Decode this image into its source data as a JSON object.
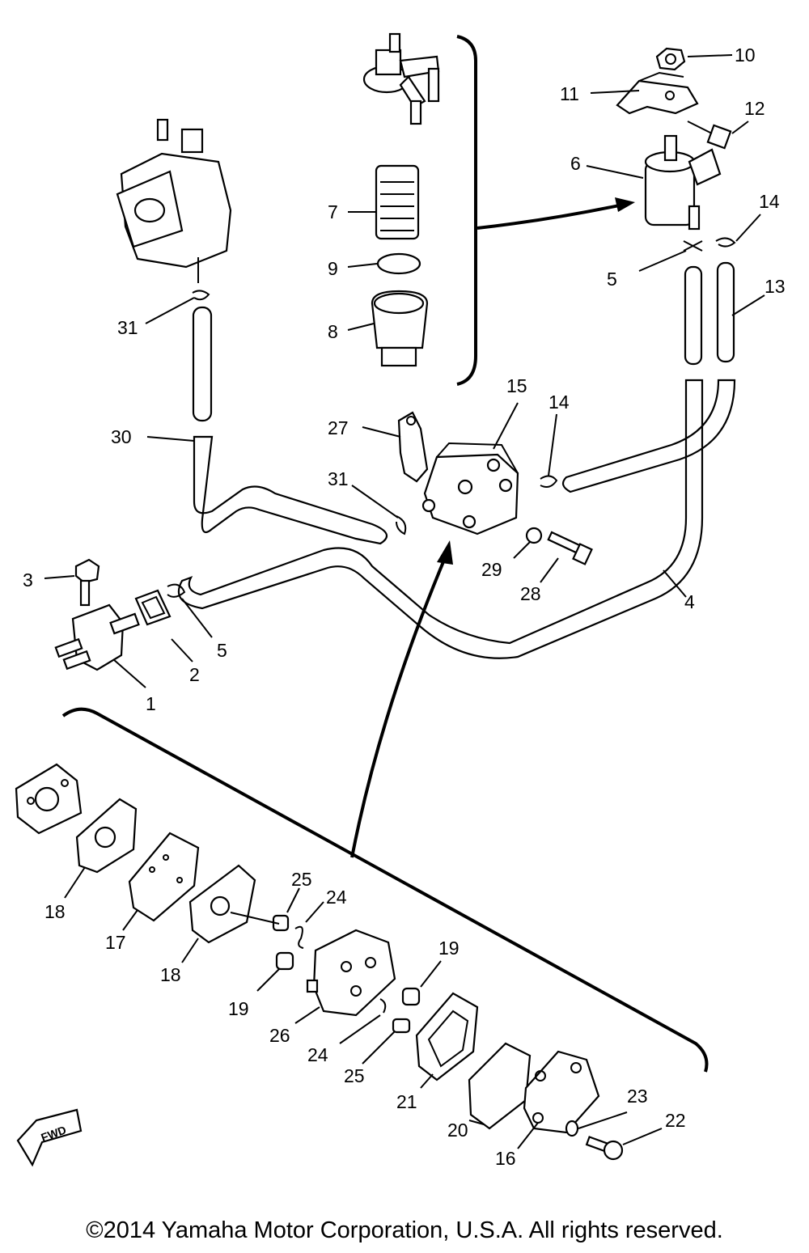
{
  "diagram": {
    "parts": [
      {
        "id": "callout-1",
        "text": "1"
      },
      {
        "id": "callout-2",
        "text": "2"
      },
      {
        "id": "callout-3",
        "text": "3"
      },
      {
        "id": "callout-4",
        "text": "4"
      },
      {
        "id": "callout-5a",
        "text": "5"
      },
      {
        "id": "callout-5b",
        "text": "5"
      },
      {
        "id": "callout-6",
        "text": "6"
      },
      {
        "id": "callout-7",
        "text": "7"
      },
      {
        "id": "callout-8",
        "text": "8"
      },
      {
        "id": "callout-9",
        "text": "9"
      },
      {
        "id": "callout-10",
        "text": "10"
      },
      {
        "id": "callout-11",
        "text": "11"
      },
      {
        "id": "callout-12",
        "text": "12"
      },
      {
        "id": "callout-13",
        "text": "13"
      },
      {
        "id": "callout-14a",
        "text": "14"
      },
      {
        "id": "callout-14b",
        "text": "14"
      },
      {
        "id": "callout-15",
        "text": "15"
      },
      {
        "id": "callout-16",
        "text": "16"
      },
      {
        "id": "callout-17",
        "text": "17"
      },
      {
        "id": "callout-18a",
        "text": "18"
      },
      {
        "id": "callout-18b",
        "text": "18"
      },
      {
        "id": "callout-19a",
        "text": "19"
      },
      {
        "id": "callout-19b",
        "text": "19"
      },
      {
        "id": "callout-20",
        "text": "20"
      },
      {
        "id": "callout-21",
        "text": "21"
      },
      {
        "id": "callout-22",
        "text": "22"
      },
      {
        "id": "callout-23",
        "text": "23"
      },
      {
        "id": "callout-24a",
        "text": "24"
      },
      {
        "id": "callout-24b",
        "text": "24"
      },
      {
        "id": "callout-25a",
        "text": "25"
      },
      {
        "id": "callout-25b",
        "text": "25"
      },
      {
        "id": "callout-26",
        "text": "26"
      },
      {
        "id": "callout-27",
        "text": "27"
      },
      {
        "id": "callout-28",
        "text": "28"
      },
      {
        "id": "callout-29",
        "text": "29"
      },
      {
        "id": "callout-30",
        "text": "30"
      },
      {
        "id": "callout-31a",
        "text": "31"
      },
      {
        "id": "callout-31b",
        "text": "31"
      }
    ],
    "fwd_label": "FWD",
    "copyright": "©2014 Yamaha Motor Corporation, U.S.A. All rights reserved."
  },
  "colors": {
    "ink": "#000000",
    "background": "#ffffff"
  }
}
